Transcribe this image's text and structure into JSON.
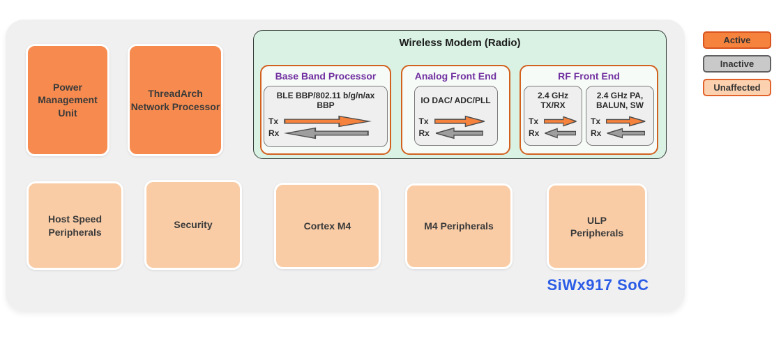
{
  "soc": {
    "label": "SiWx917 SoC"
  },
  "blocks": {
    "pmu": {
      "label": "Power Management Unit",
      "state": "active"
    },
    "threadarch": {
      "label": "ThreadArch Network Processor",
      "state": "active"
    },
    "host_speed": {
      "label": "Host Speed Peripherals",
      "state": "unaffected"
    },
    "security": {
      "label": "Security",
      "state": "unaffected"
    },
    "cortex_m4": {
      "label": "Cortex M4",
      "state": "unaffected"
    },
    "m4_periph": {
      "label": "M4 Peripherals",
      "state": "unaffected"
    },
    "ulp_periph": {
      "label": "ULP Peripherals",
      "state": "unaffected"
    }
  },
  "modem": {
    "title": "Wireless Modem (Radio)",
    "sections": [
      {
        "title": "Base Band Processor",
        "units": [
          {
            "label": "BLE BBP/802.11 b/g/n/ax BBP",
            "tx_label": "Tx",
            "rx_label": "Rx"
          }
        ]
      },
      {
        "title": "Analog Front End",
        "units": [
          {
            "label": "IO DAC/ ADC/PLL",
            "tx_label": "Tx",
            "rx_label": "Rx"
          }
        ]
      },
      {
        "title": "RF Front End",
        "units": [
          {
            "label": "2.4 GHz TX/RX",
            "tx_label": "Tx",
            "rx_label": "Rx"
          },
          {
            "label": "2.4 GHz PA, BALUN, SW",
            "tx_label": "Tx",
            "rx_label": "Rx"
          }
        ]
      }
    ]
  },
  "legend": {
    "items": [
      {
        "label": "Active"
      },
      {
        "label": "Inactive"
      },
      {
        "label": "Unaffected"
      }
    ]
  },
  "colors": {
    "active_fill": "#f78b4f",
    "unaffected_fill": "#f9cca6",
    "legend_active_fill": "#f5823d",
    "legend_active_border": "#d9531e",
    "legend_inactive_fill": "#c9c9c9",
    "legend_inactive_border": "#606060",
    "legend_unaffected_fill": "#fcd1af",
    "legend_unaffected_border": "#e2622b",
    "modem_background": "#d9f2e4",
    "section_border": "#d2601e",
    "heading_purple": "#7030a0",
    "soc_label_blue": "#2b5ce6",
    "tx_arrow_orange": "#f5823d",
    "rx_arrow_gray": "#9e9e9e"
  }
}
